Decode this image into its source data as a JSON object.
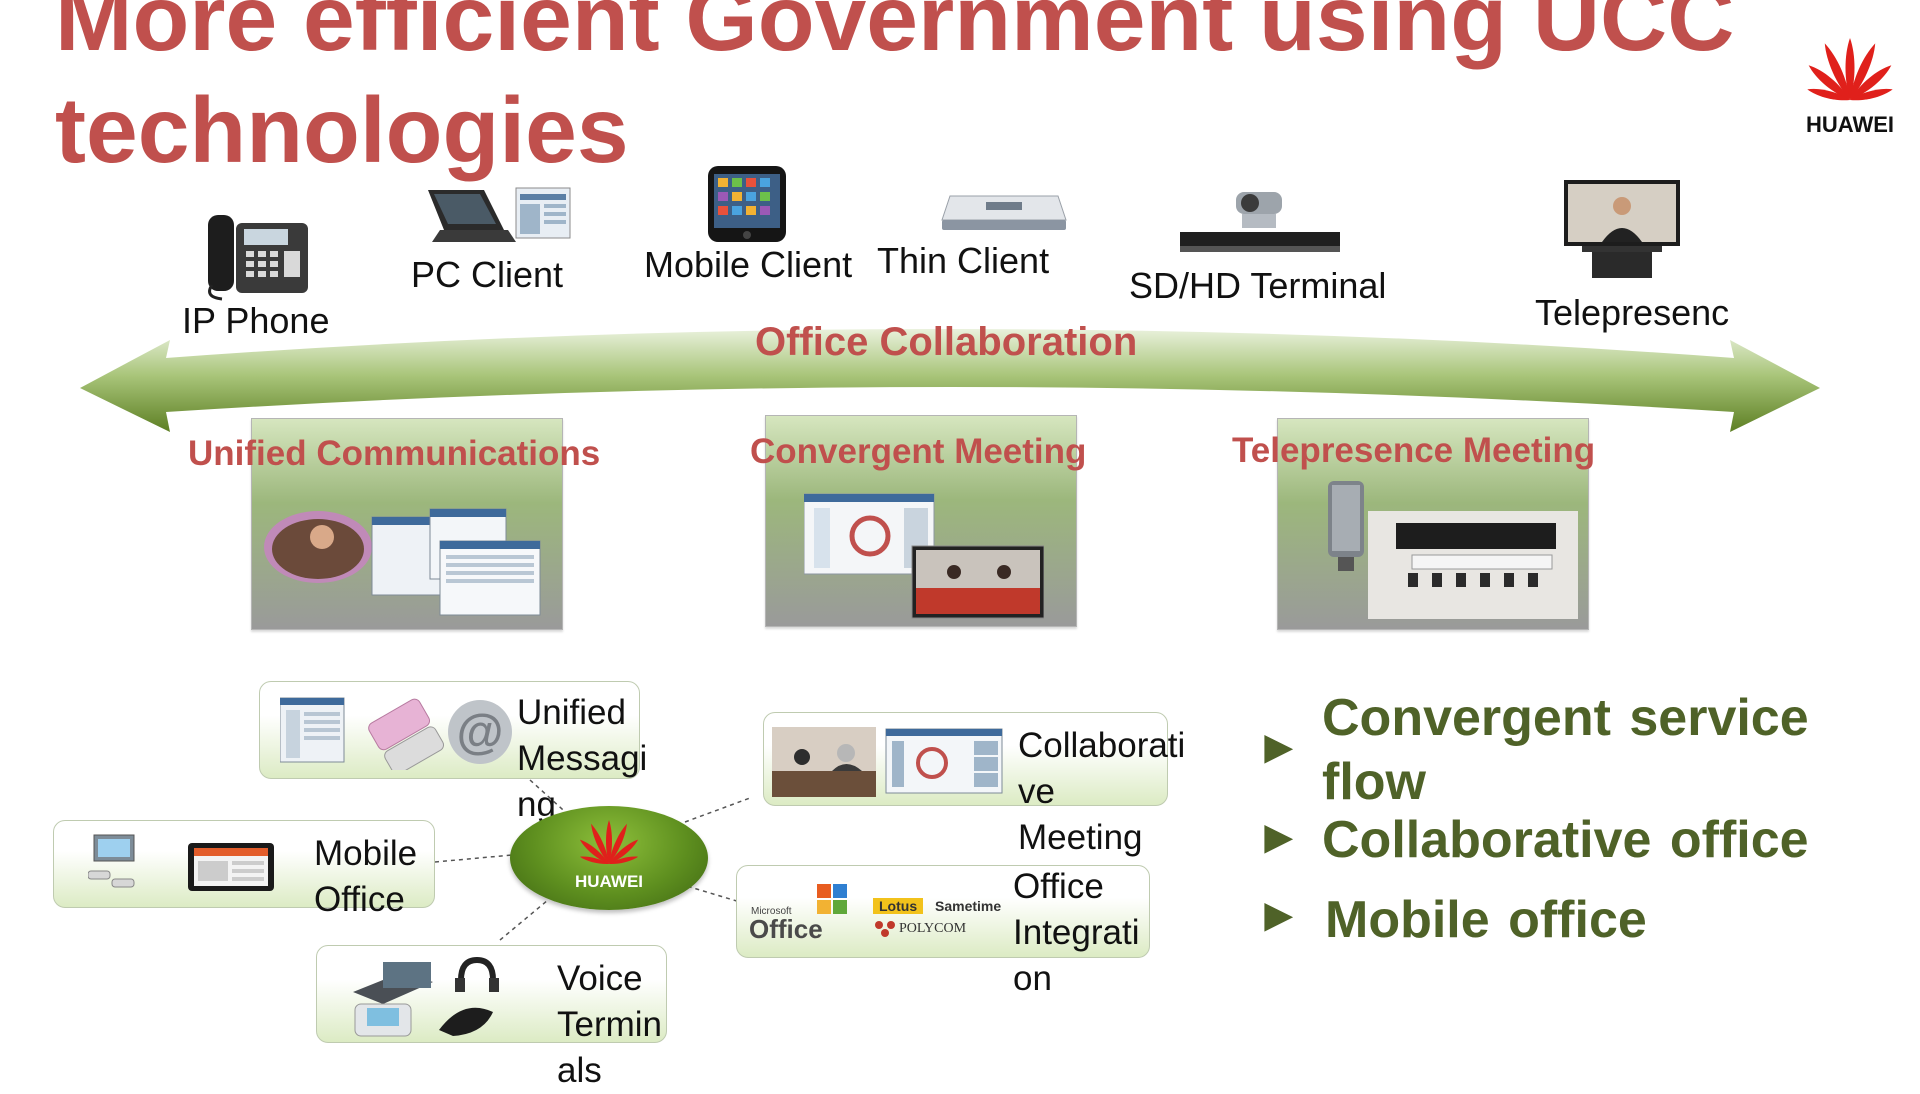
{
  "slide": {
    "title": "More efficient Government using UCC technologies",
    "logo_text": "HUAWEI"
  },
  "devices": [
    {
      "icon": "ip-phone-icon",
      "label": "IP Phone"
    },
    {
      "icon": "laptop-icon",
      "label": "PC Client"
    },
    {
      "icon": "smartphone-icon",
      "label": "Mobile Client"
    },
    {
      "icon": "thin-client-icon",
      "label": "Thin Client"
    },
    {
      "icon": "video-terminal-icon",
      "label": "SD/HD Terminal"
    },
    {
      "icon": "telepresence-screen-icon",
      "label": "Telepresenc"
    }
  ],
  "band": {
    "label": "Office Collaboration"
  },
  "panels": [
    {
      "title": "Unified Communications"
    },
    {
      "title": "Convergent Meeting"
    },
    {
      "title": "Telepresence Meeting"
    }
  ],
  "modules": {
    "unified_messaging": {
      "line1": "Unified",
      "line2": "Messagi",
      "line3": "ng"
    },
    "mobile_office": {
      "line1": "Mobile",
      "line2": "Office"
    },
    "voice_terminals": {
      "line1": "Voice",
      "line2": "Termin",
      "line3": "als"
    },
    "collaborative_meeting": {
      "line1": "Collaborati",
      "line2": "ve Meeting"
    },
    "office_integration": {
      "line1": "Office",
      "line2": "Integrati",
      "line3": "on"
    }
  },
  "hub": {
    "label": "HUAWEI"
  },
  "integration_logos": {
    "office_small": "Microsoft",
    "office": "Office",
    "lotus": "Lotus",
    "sametime": "Sametime",
    "polycom": "POLYCOM"
  },
  "bullets": [
    {
      "line1": "Convergent service",
      "line2": "flow"
    },
    {
      "line1": "Collaborative office"
    },
    {
      "line1": "Mobile office"
    }
  ],
  "colors": {
    "title": "#c0504d",
    "bullet": "#4f6228",
    "band": "#7a9a3a",
    "hub": "#5e8f1f"
  }
}
